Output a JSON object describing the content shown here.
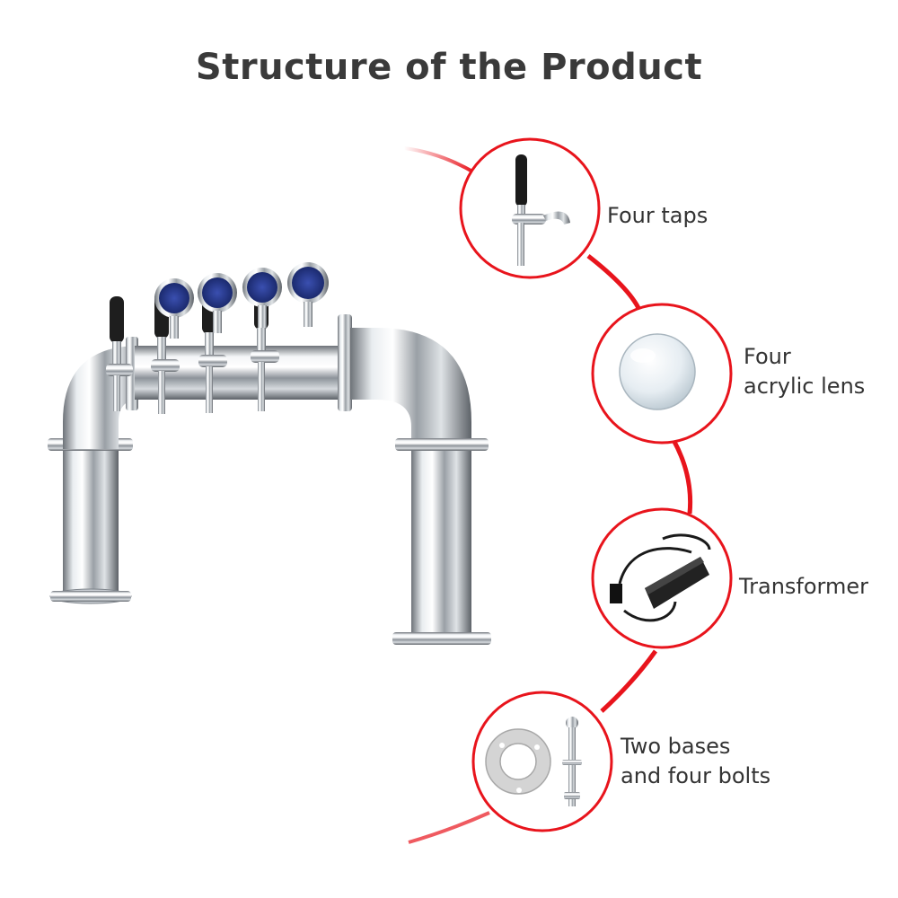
{
  "title": "Structure of the Product",
  "accent_color": "#e8141c",
  "components": [
    {
      "icon": "beer-tap-icon",
      "lines": [
        "Four taps"
      ]
    },
    {
      "icon": "acrylic-lens-icon",
      "lines": [
        "Four",
        "acrylic lens"
      ]
    },
    {
      "icon": "transformer-icon",
      "lines": [
        "Transformer"
      ]
    },
    {
      "icon": "base-and-bolt-icon",
      "lines": [
        "Two bases",
        "and four bolts"
      ]
    }
  ]
}
